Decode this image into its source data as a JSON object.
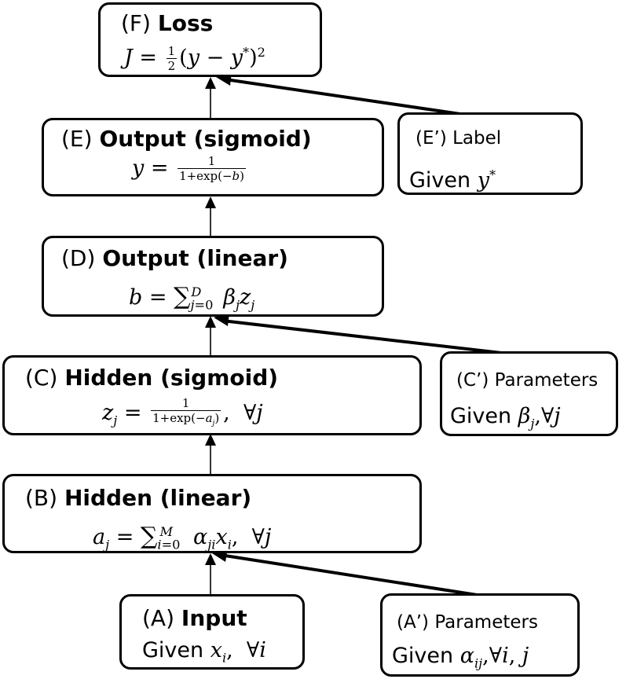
{
  "diagram": {
    "nodes": {
      "F": {
        "letter": "(F)",
        "name": "Loss"
      },
      "E": {
        "letter": "(E)",
        "name": "Output (sigmoid)"
      },
      "D": {
        "letter": "(D)",
        "name": "Output (linear)"
      },
      "C": {
        "letter": "(C)",
        "name": "Hidden (sigmoid)"
      },
      "B": {
        "letter": "(B)",
        "name": "Hidden (linear)"
      },
      "A": {
        "letter": "(A)",
        "name": "Input",
        "given": "Given"
      },
      "Ep": {
        "letter": "(E’)",
        "name": "Label",
        "given": "Given"
      },
      "Cp": {
        "letter": "(C’)",
        "name": "Parameters",
        "given": "Given"
      },
      "Ap": {
        "letter": "(A’)",
        "name": "Parameters",
        "given": "Given"
      }
    },
    "edges": [
      {
        "from": "A",
        "to": "B"
      },
      {
        "from": "Ap",
        "to": "B"
      },
      {
        "from": "B",
        "to": "C"
      },
      {
        "from": "C",
        "to": "D"
      },
      {
        "from": "Cp",
        "to": "D"
      },
      {
        "from": "D",
        "to": "E"
      },
      {
        "from": "E",
        "to": "F"
      },
      {
        "from": "Ep",
        "to": "F"
      }
    ],
    "colors": {
      "stroke": "#000000",
      "background": "#ffffff"
    }
  }
}
